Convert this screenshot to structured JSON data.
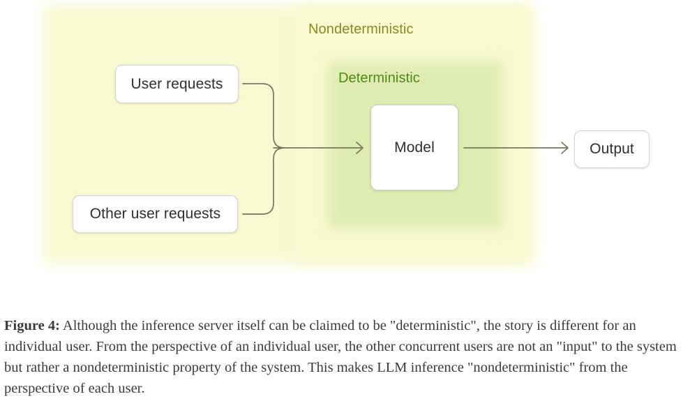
{
  "figure": {
    "regions": [
      {
        "name": "Nondeterministic",
        "label": "Nondeterministic",
        "color": "#f9f9d2",
        "text_color": "#8a8a1f"
      },
      {
        "name": "Deterministic",
        "label": "Deterministic",
        "color": "#deecb1",
        "text_color": "#4f8a16"
      }
    ],
    "nodes": [
      {
        "id": "user-requests",
        "label": "User requests"
      },
      {
        "id": "other-user-requests",
        "label": "Other user requests"
      },
      {
        "id": "model",
        "label": "Model"
      },
      {
        "id": "output",
        "label": "Output"
      }
    ],
    "edges": [
      {
        "from": "user-requests",
        "to": "model"
      },
      {
        "from": "other-user-requests",
        "to": "model"
      },
      {
        "from": "model",
        "to": "output"
      }
    ],
    "arrow_color": "#77775f"
  },
  "caption": {
    "label": "Figure 4:",
    "text": " Although the inference server itself can be claimed to be \"deterministic\", the story is different for an individual user. From the perspective of an individual user, the other concurrent users are not an \"input\" to the system but rather a nondeterministic property of the system. This makes LLM inference \"nondeterministic\" from the perspective of each user."
  }
}
